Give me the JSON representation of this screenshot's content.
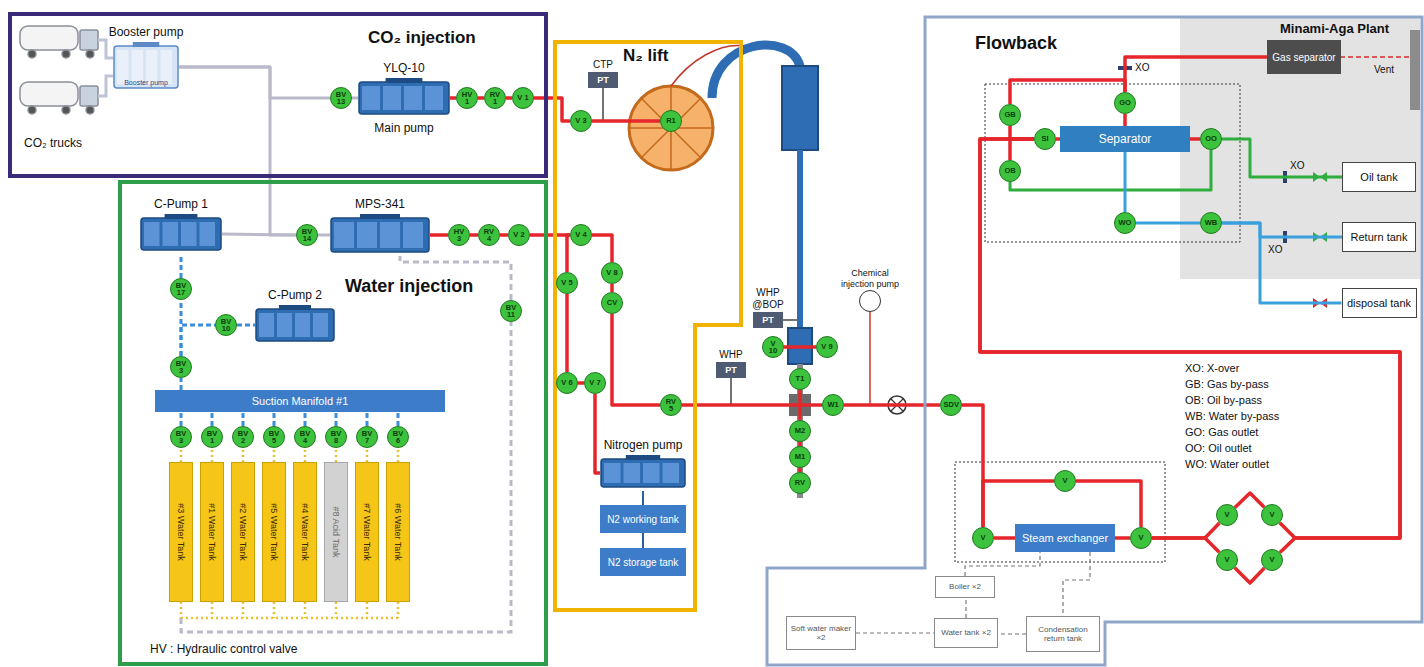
{
  "diagram": {
    "nodes": [
      {
        "text": [
          "CO₂ injection"
        ]
      },
      {
        "text": [
          "Booster pump",
          "Booster pump"
        ],
        "in": 0
      },
      {
        "text": [
          "YLQ-10",
          "Main pump"
        ],
        "in": 0
      },
      {
        "text": [
          "BV 13"
        ],
        "in": 0
      },
      {
        "text": [
          "HV 1"
        ],
        "in": 0
      },
      {
        "text": [
          "RV 1"
        ],
        "in": 0
      },
      {
        "text": [
          "V 1"
        ],
        "in": 0
      },
      {
        "text": [
          "Water injection"
        ]
      },
      {
        "text": [
          "C-Pump 1"
        ],
        "in": 7
      },
      {
        "text": [
          "MPS-341"
        ],
        "in": 7
      },
      {
        "text": [
          "BV 14"
        ],
        "in": 7
      },
      {
        "text": [
          "HV 3"
        ],
        "in": 7
      },
      {
        "text": [
          "RV 4"
        ],
        "in": 7
      },
      {
        "text": [
          "V 2"
        ],
        "in": 7
      },
      {
        "text": [
          "BV 17"
        ],
        "in": 7
      },
      {
        "text": [
          "C-Pump 2"
        ],
        "in": 7
      },
      {
        "text": [
          "BV 10"
        ],
        "in": 7
      },
      {
        "text": [
          "BV 11"
        ],
        "in": 7
      },
      {
        "text": [
          "BV 3"
        ],
        "in": 7
      },
      {
        "text": [
          "Suction Manifold #1"
        ],
        "in": 7
      },
      {
        "text": [
          "BV 3"
        ],
        "in": 7
      },
      {
        "text": [
          "BV 1"
        ],
        "in": 7
      },
      {
        "text": [
          "BV 2"
        ],
        "in": 7
      },
      {
        "text": [
          "BV 5"
        ],
        "in": 7
      },
      {
        "text": [
          "BV 4"
        ],
        "in": 7
      },
      {
        "text": [
          "BV 8"
        ],
        "in": 7
      },
      {
        "text": [
          "BV 7"
        ],
        "in": 7
      },
      {
        "text": [
          "BV 6"
        ],
        "in": 7
      },
      {
        "text": [
          "#3 Water Tank"
        ],
        "in": 7
      },
      {
        "text": [
          "#1 Water Tank"
        ],
        "in": 7
      },
      {
        "text": [
          "#2 Water Tank"
        ],
        "in": 7
      },
      {
        "text": [
          "#5 Water Tank"
        ],
        "in": 7
      },
      {
        "text": [
          "#4 Water Tank"
        ],
        "in": 7
      },
      {
        "text": [
          "#8 Acid Tank"
        ],
        "in": 7
      },
      {
        "text": [
          "#7 Water Tank"
        ],
        "in": 7
      },
      {
        "text": [
          "#6 Water Tank"
        ],
        "in": 7
      },
      {
        "text": [
          "N₂ lift"
        ]
      },
      {
        "text": [
          "CTP",
          "PT"
        ],
        "in": 36
      },
      {
        "text": [
          "V 3"
        ],
        "in": 36
      },
      {
        "text": [
          "R1"
        ],
        "in": 36
      },
      {
        "text": [
          "V 4"
        ],
        "in": 36
      },
      {
        "text": [
          "V 5"
        ],
        "in": 36
      },
      {
        "text": [
          "V 8"
        ],
        "in": 36
      },
      {
        "text": [
          "CV"
        ],
        "in": 36
      },
      {
        "text": [
          "V 6"
        ],
        "in": 36
      },
      {
        "text": [
          "V 7"
        ],
        "in": 36
      },
      {
        "text": [
          "RV 5"
        ],
        "in": 36
      },
      {
        "text": [
          "Nitrogen pump"
        ],
        "in": 36
      },
      {
        "text": [
          "N2 working tank"
        ],
        "in": 36
      },
      {
        "text": [
          "N2 storage tank"
        ],
        "in": 36
      },
      {
        "text": [
          "WHP @BOP",
          "PT"
        ]
      },
      {
        "text": [
          "V 10"
        ]
      },
      {
        "text": [
          "V 9"
        ]
      },
      {
        "text": [
          "WHP",
          "PT"
        ]
      },
      {
        "text": [
          "T1"
        ]
      },
      {
        "text": [
          "W1"
        ]
      },
      {
        "text": [
          "M2"
        ]
      },
      {
        "text": [
          "M1"
        ]
      },
      {
        "text": [
          "RV"
        ]
      },
      {
        "text": [
          "Chemical injection pump"
        ]
      },
      {
        "text": [
          "Flowback"
        ]
      },
      {
        "text": [
          "Minami-Aga Plant"
        ],
        "in": 60
      },
      {
        "text": [
          "Gas separator"
        ],
        "in": 61
      },
      {
        "text": [
          "Oil tank"
        ],
        "in": 61
      },
      {
        "text": [
          "Return tank"
        ],
        "in": 61
      },
      {
        "text": [
          "disposal tank"
        ],
        "in": 60
      },
      {
        "text": [
          "Separator"
        ],
        "in": 60
      },
      {
        "text": [
          "GB"
        ],
        "in": 60
      },
      {
        "text": [
          "GO"
        ],
        "in": 60
      },
      {
        "text": [
          "SI"
        ],
        "in": 60
      },
      {
        "text": [
          "OO"
        ],
        "in": 60
      },
      {
        "text": [
          "OB"
        ],
        "in": 60
      },
      {
        "text": [
          "WO"
        ],
        "in": 60
      },
      {
        "text": [
          "WB"
        ],
        "in": 60
      },
      {
        "text": [
          "SDV"
        ],
        "in": 60
      },
      {
        "text": [
          "Steam exchanger"
        ],
        "in": 60
      },
      {
        "text": [
          "V"
        ],
        "in": 60
      },
      {
        "text": [
          "V"
        ],
        "in": 60
      },
      {
        "text": [
          "V"
        ],
        "in": 60
      },
      {
        "text": [
          "V"
        ],
        "in": 60
      },
      {
        "text": [
          "V"
        ],
        "in": 60
      },
      {
        "text": [
          "V"
        ],
        "in": 60
      },
      {
        "text": [
          "V"
        ],
        "in": 60
      },
      {
        "text": [
          "Boiler ×2"
        ],
        "in": 60
      },
      {
        "text": [
          "Soft water maker ×2"
        ],
        "in": 60
      },
      {
        "text": [
          "Water tank ×2"
        ],
        "in": 60
      },
      {
        "text": [
          "Condensation return tank"
        ],
        "in": 60
      }
    ],
    "edges": [
      {
        "from": 1,
        "to": 3,
        "arrow": "none"
      },
      {
        "from": 3,
        "to": 2,
        "arrow": "none"
      },
      {
        "from": 8,
        "to": 10,
        "arrow": "none"
      },
      {
        "from": 10,
        "to": 9,
        "arrow": "none"
      },
      {
        "from": 1,
        "to": 10,
        "arrow": "none"
      },
      {
        "from": 17,
        "to": 9,
        "arrow": "none"
      },
      {
        "from": 2,
        "to": 4,
        "arrow": "none"
      },
      {
        "from": 4,
        "to": 5,
        "arrow": "none"
      },
      {
        "from": 5,
        "to": 6,
        "arrow": "none"
      },
      {
        "from": 6,
        "to": 38,
        "arrow": "none"
      },
      {
        "from": 38,
        "to": 39,
        "arrow": "none"
      },
      {
        "from": 9,
        "to": 11,
        "arrow": "none"
      },
      {
        "from": 11,
        "to": 12,
        "arrow": "none"
      },
      {
        "from": 12,
        "to": 13,
        "arrow": "none"
      },
      {
        "from": 13,
        "to": 40,
        "arrow": "none"
      },
      {
        "from": 40,
        "to": 42,
        "arrow": "none"
      },
      {
        "from": 42,
        "to": 43,
        "arrow": "none"
      },
      {
        "from": 43,
        "to": 46,
        "arrow": "none"
      },
      {
        "from": 46,
        "to": 55,
        "arrow": "none"
      },
      {
        "from": 40,
        "to": 41,
        "arrow": "none"
      },
      {
        "from": 41,
        "to": 44,
        "arrow": "none"
      },
      {
        "from": 44,
        "to": 45,
        "arrow": "none"
      },
      {
        "from": 45,
        "to": 47,
        "arrow": "none"
      },
      {
        "from": 51,
        "to": 52,
        "arrow": "none"
      },
      {
        "from": 54,
        "to": 56,
        "arrow": "none"
      },
      {
        "from": 56,
        "to": 57,
        "arrow": "none"
      },
      {
        "from": 57,
        "to": 58,
        "arrow": "none"
      },
      {
        "from": 55,
        "to": 74,
        "arrow": "none"
      },
      {
        "from": 74,
        "to": 77,
        "arrow": "none"
      },
      {
        "from": 77,
        "to": 75,
        "arrow": "none"
      },
      {
        "from": 75,
        "to": 78,
        "arrow": "none"
      },
      {
        "from": 77,
        "to": 76,
        "arrow": "none"
      },
      {
        "from": 76,
        "to": 78,
        "arrow": "none"
      },
      {
        "from": 78,
        "to": 79,
        "arrow": "none"
      },
      {
        "from": 78,
        "to": 81,
        "arrow": "none"
      },
      {
        "from": 79,
        "to": 80,
        "arrow": "none"
      },
      {
        "from": 81,
        "to": 82,
        "arrow": "none"
      },
      {
        "from": 80,
        "to": 69,
        "arrow": "none"
      },
      {
        "from": 82,
        "to": 69,
        "arrow": "none"
      },
      {
        "from": 69,
        "to": 66,
        "arrow": "none"
      },
      {
        "from": 66,
        "to": 70,
        "arrow": "none"
      },
      {
        "from": 66,
        "to": 68,
        "arrow": "none"
      },
      {
        "from": 69,
        "to": 67,
        "arrow": "none"
      },
      {
        "from": 67,
        "to": 68,
        "arrow": "none"
      },
      {
        "from": 68,
        "to": 62,
        "arrow": "none"
      },
      {
        "from": 69,
        "to": 71,
        "arrow": "none"
      },
      {
        "from": 71,
        "to": 70,
        "arrow": "none"
      },
      {
        "from": 70,
        "to": 63,
        "arrow": "none"
      },
      {
        "from": 66,
        "to": 72,
        "arrow": "none"
      },
      {
        "from": 72,
        "to": 73,
        "arrow": "none"
      },
      {
        "from": 73,
        "to": 64,
        "arrow": "none"
      },
      {
        "from": 73,
        "to": 65,
        "arrow": "none"
      },
      {
        "from": 14,
        "to": 8,
        "arrow": "none"
      },
      {
        "from": 18,
        "to": 14,
        "arrow": "none"
      },
      {
        "from": 16,
        "to": 15,
        "arrow": "none"
      },
      {
        "from": 18,
        "to": 16,
        "arrow": "none"
      },
      {
        "from": 19,
        "to": 18,
        "arrow": "none"
      },
      {
        "from": 20,
        "to": 19,
        "arrow": "none"
      },
      {
        "from": 21,
        "to": 19,
        "arrow": "none"
      },
      {
        "from": 22,
        "to": 19,
        "arrow": "none"
      },
      {
        "from": 23,
        "to": 19,
        "arrow": "none"
      },
      {
        "from": 24,
        "to": 19,
        "arrow": "none"
      },
      {
        "from": 25,
        "to": 19,
        "arrow": "none"
      },
      {
        "from": 26,
        "to": 19,
        "arrow": "none"
      },
      {
        "from": 27,
        "to": 19,
        "arrow": "none"
      },
      {
        "from": 28,
        "to": 20,
        "arrow": "none"
      },
      {
        "from": 29,
        "to": 21,
        "arrow": "none"
      },
      {
        "from": 30,
        "to": 22,
        "arrow": "none"
      },
      {
        "from": 31,
        "to": 23,
        "arrow": "none"
      },
      {
        "from": 32,
        "to": 24,
        "arrow": "none"
      },
      {
        "from": 33,
        "to": 25,
        "arrow": "none"
      },
      {
        "from": 34,
        "to": 26,
        "arrow": "none"
      },
      {
        "from": 35,
        "to": 27,
        "arrow": "none"
      },
      {
        "from": 48,
        "to": 47,
        "arrow": "none"
      },
      {
        "from": 49,
        "to": 48,
        "arrow": "none"
      },
      {
        "from": 84,
        "to": 85,
        "arrow": "none"
      },
      {
        "from": 86,
        "to": 85,
        "arrow": "none"
      },
      {
        "from": 85,
        "to": 83,
        "arrow": "none"
      },
      {
        "from": 83,
        "to": 75,
        "arrow": "none"
      },
      {
        "from": 75,
        "to": 86,
        "arrow": "none"
      }
    ],
    "labels": [
      "CO₂ trucks",
      "HV : Hydraulic control valve",
      "Vent",
      "XO",
      "XO",
      "XO",
      "XO: X-over",
      "GB: Gas by-pass",
      "OB: Oil by-pass",
      "WB: Water by-pass",
      "GO: Gas outlet",
      "OO: Oil outlet",
      "WO: Water outlet"
    ]
  }
}
